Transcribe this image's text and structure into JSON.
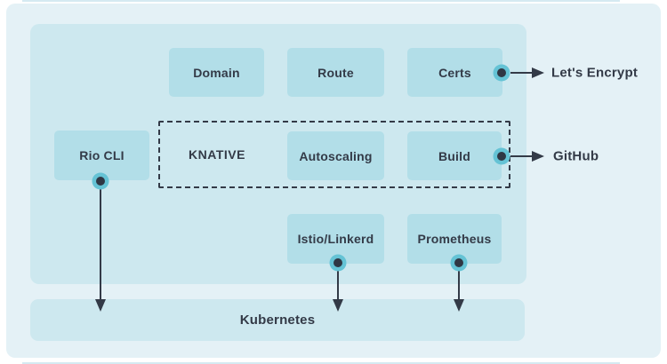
{
  "diagram": {
    "boxes": {
      "domain": "Domain",
      "route": "Route",
      "certs": "Certs",
      "rio_cli": "Rio CLI",
      "knative": "KNATIVE",
      "autoscaling": "Autoscaling",
      "build": "Build",
      "istio_linkerd": "Istio/Linkerd",
      "prometheus": "Prometheus"
    },
    "platform": {
      "kubernetes": "Kubernetes"
    },
    "externals": {
      "lets_encrypt": "Let's Encrypt",
      "github": "GitHub"
    },
    "connections": [
      {
        "from": "Certs",
        "to": "Let's Encrypt",
        "direction": "right"
      },
      {
        "from": "Build",
        "to": "GitHub",
        "direction": "right"
      },
      {
        "from": "Rio CLI",
        "to": "Kubernetes",
        "direction": "down"
      },
      {
        "from": "Istio/Linkerd",
        "to": "Kubernetes",
        "direction": "down"
      },
      {
        "from": "Prometheus",
        "to": "Kubernetes",
        "direction": "down"
      }
    ],
    "colors": {
      "background": "#ffffff",
      "outer_card": "#e4f1f6",
      "inner_card": "#cde8ef",
      "box_fill": "#b2dee8",
      "dot_halo": "#65c3d5",
      "dark_ink": "#333a47"
    }
  }
}
